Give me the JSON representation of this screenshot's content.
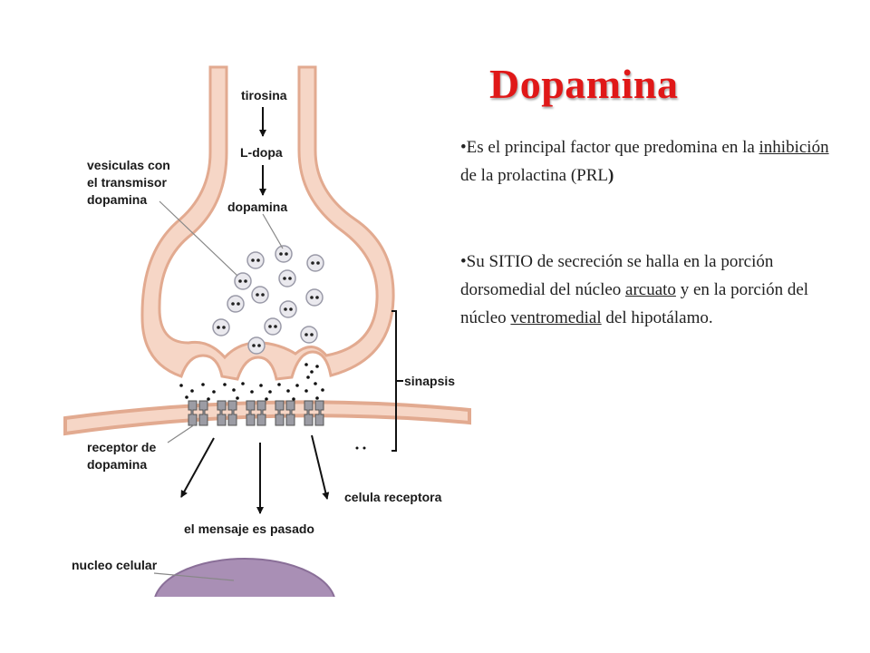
{
  "title": "Dopamina",
  "colors": {
    "title": "#e01818",
    "membrane": "#e2aa90",
    "membrane_fill": "#f6d6c6",
    "nucleus": "#a98fb5"
  },
  "diagram": {
    "labels": {
      "tirosina": "tirosina",
      "ldopa": "L-dopa",
      "dopamina": "dopamina",
      "vesiculas_1": "vesiculas con",
      "vesiculas_2": "el transmisor",
      "vesiculas_3": "dopamina",
      "sinapsis": "sinapsis",
      "receptor_1": "receptor de",
      "receptor_2": "dopamina",
      "celula_receptora": "celula receptora",
      "mensaje": "el mensaje es pasado",
      "nucleo": "nucleo celular"
    }
  },
  "bullets": [
    {
      "dot": "•",
      "t1": "Es el principal factor que predomina en la ",
      "u1": "inhibición",
      "t2": " de la prolactina (PRL",
      "t3": ")"
    },
    {
      "dot": "•",
      "t1": "Su SITIO de secreción se halla en la porción dorsomedial del núcleo ",
      "u1": "arcuato",
      "t2": " y en la porción del núcleo ",
      "u2": "ventromedial",
      "t3": " del hipotálamo."
    }
  ]
}
